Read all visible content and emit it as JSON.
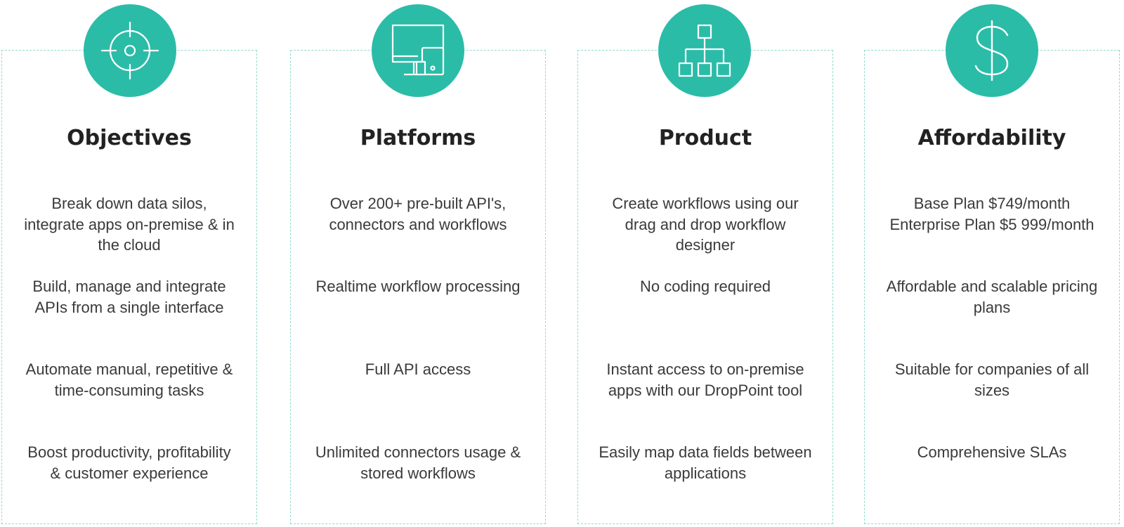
{
  "colors": {
    "accent": "#2bbca8",
    "border": "#8fdccf",
    "title": "#222222",
    "text": "#3a3a3a"
  },
  "columns": [
    {
      "icon": "target-icon",
      "title": "Objectives",
      "features": [
        "Break down data silos, integrate apps on-premise & in the cloud",
        "Build, manage and integrate APIs from a single interface",
        "Automate manual, repetitive & time-consuming tasks",
        "Boost productivity, profitability & customer experience"
      ]
    },
    {
      "icon": "devices-icon",
      "title": "Platforms",
      "features": [
        "Over 200+ pre-built API's, connectors and workflows",
        "Realtime workflow processing",
        "Full API access",
        "Unlimited connectors usage & stored workflows"
      ]
    },
    {
      "icon": "sitemap-icon",
      "title": "Product",
      "features": [
        "Create workflows using our drag and drop workflow designer",
        "No coding required",
        "Instant access to on-premise apps with our DropPoint tool",
        "Easily map data fields between applications"
      ]
    },
    {
      "icon": "dollar-icon",
      "title": "Affordability",
      "features": [
        "Base Plan $749/month Enterprise Plan $5 999/month",
        "Affordable and scalable pricing plans",
        "Suitable for companies of all sizes",
        "Comprehensive SLAs"
      ]
    }
  ]
}
